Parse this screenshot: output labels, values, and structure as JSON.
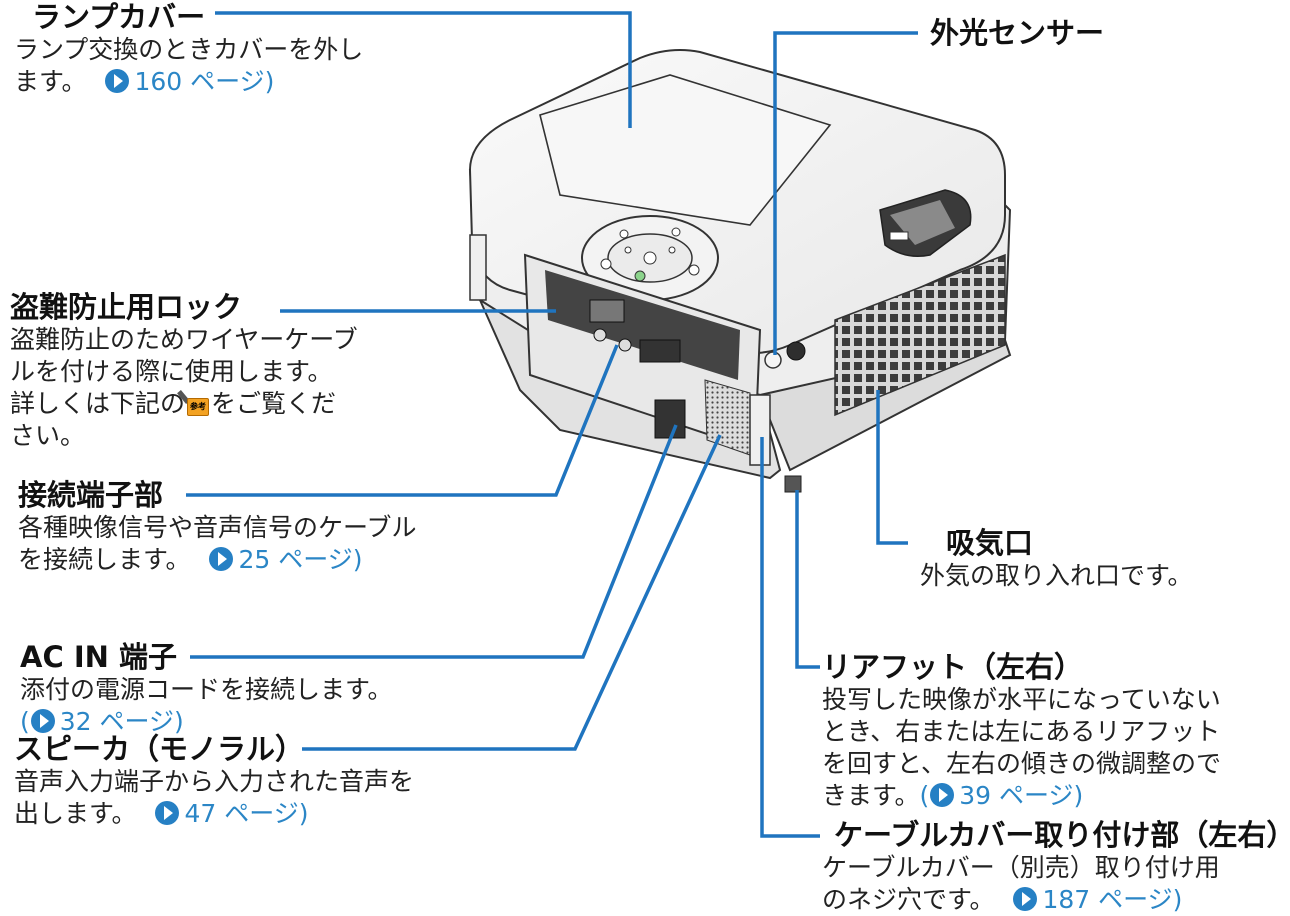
{
  "labels": {
    "lamp_cover": {
      "title": "ランプカバー",
      "desc": [
        "ランプ交換のときカバーを外し",
        "ます。"
      ],
      "ref": "160 ページ)"
    },
    "ambient_sensor": {
      "title": "外光センサー"
    },
    "security_lock": {
      "title": "盗難防止用ロック",
      "desc": [
        "盗難防止のためワイヤーケーブ",
        "ルを付ける際に使用します。",
        "詳しくは下記の",
        "をご覧くだ",
        "さい。"
      ],
      "note_badge": "参考"
    },
    "terminals": {
      "title": "接続端子部",
      "desc": [
        "各種映像信号や音声信号のケーブル",
        "を接続します。"
      ],
      "ref": "25 ページ)"
    },
    "ac_in": {
      "title": "AC IN 端子",
      "desc": [
        "添付の電源コードを接続します。"
      ],
      "ref_open": "(",
      "ref": "32 ページ)"
    },
    "speaker": {
      "title": "スピーカ（モノラル）",
      "desc": [
        "音声入力端子から入力された音声を",
        "出します。"
      ],
      "ref": "47 ページ)"
    },
    "intake": {
      "title": "吸気口",
      "desc": [
        "外気の取り入れ口です。"
      ]
    },
    "rear_foot": {
      "title": "リアフット（左右）",
      "desc": [
        "投写した映像が水平になっていない",
        "とき、右または左にあるリアフット",
        "を回すと、左右の傾きの微調整ので",
        "きます。"
      ],
      "ref_open": "(",
      "ref": "39 ページ)"
    },
    "cable_cover": {
      "title": "ケーブルカバー取り付け部（左右）",
      "desc": [
        "ケーブルカバー（別売）取り付け用",
        "のネジ穴です。"
      ],
      "ref": "187 ページ)"
    }
  },
  "colors": {
    "leader_line": "#1f74bf",
    "ref_text": "#2b86c6",
    "ref_icon": "#2680c4",
    "projector_body": "#f4f4f4",
    "projector_outline": "#333333"
  },
  "icons": [
    "ref-arrow-icon",
    "sanko-note-icon"
  ]
}
